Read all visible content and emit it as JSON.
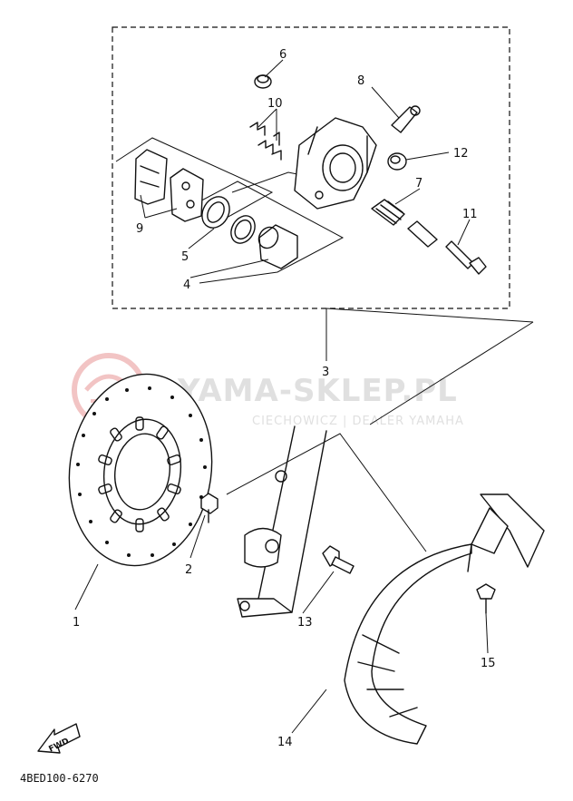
{
  "watermark": {
    "brand": "YAMA-SKLEP.PL",
    "subtitle": "CIECHOWICZ | DEALER YAMAHA"
  },
  "callouts": [
    "1",
    "2",
    "3",
    "4",
    "5",
    "6",
    "7",
    "8",
    "9",
    "10",
    "11",
    "12",
    "13",
    "14",
    "15"
  ],
  "fwd_label": "FWD",
  "diagram_code": "4BED100-6270",
  "colors": {
    "ink": "#111111",
    "watermark": "#e0e0e0",
    "watermark_logo": "#f2c4c4"
  }
}
